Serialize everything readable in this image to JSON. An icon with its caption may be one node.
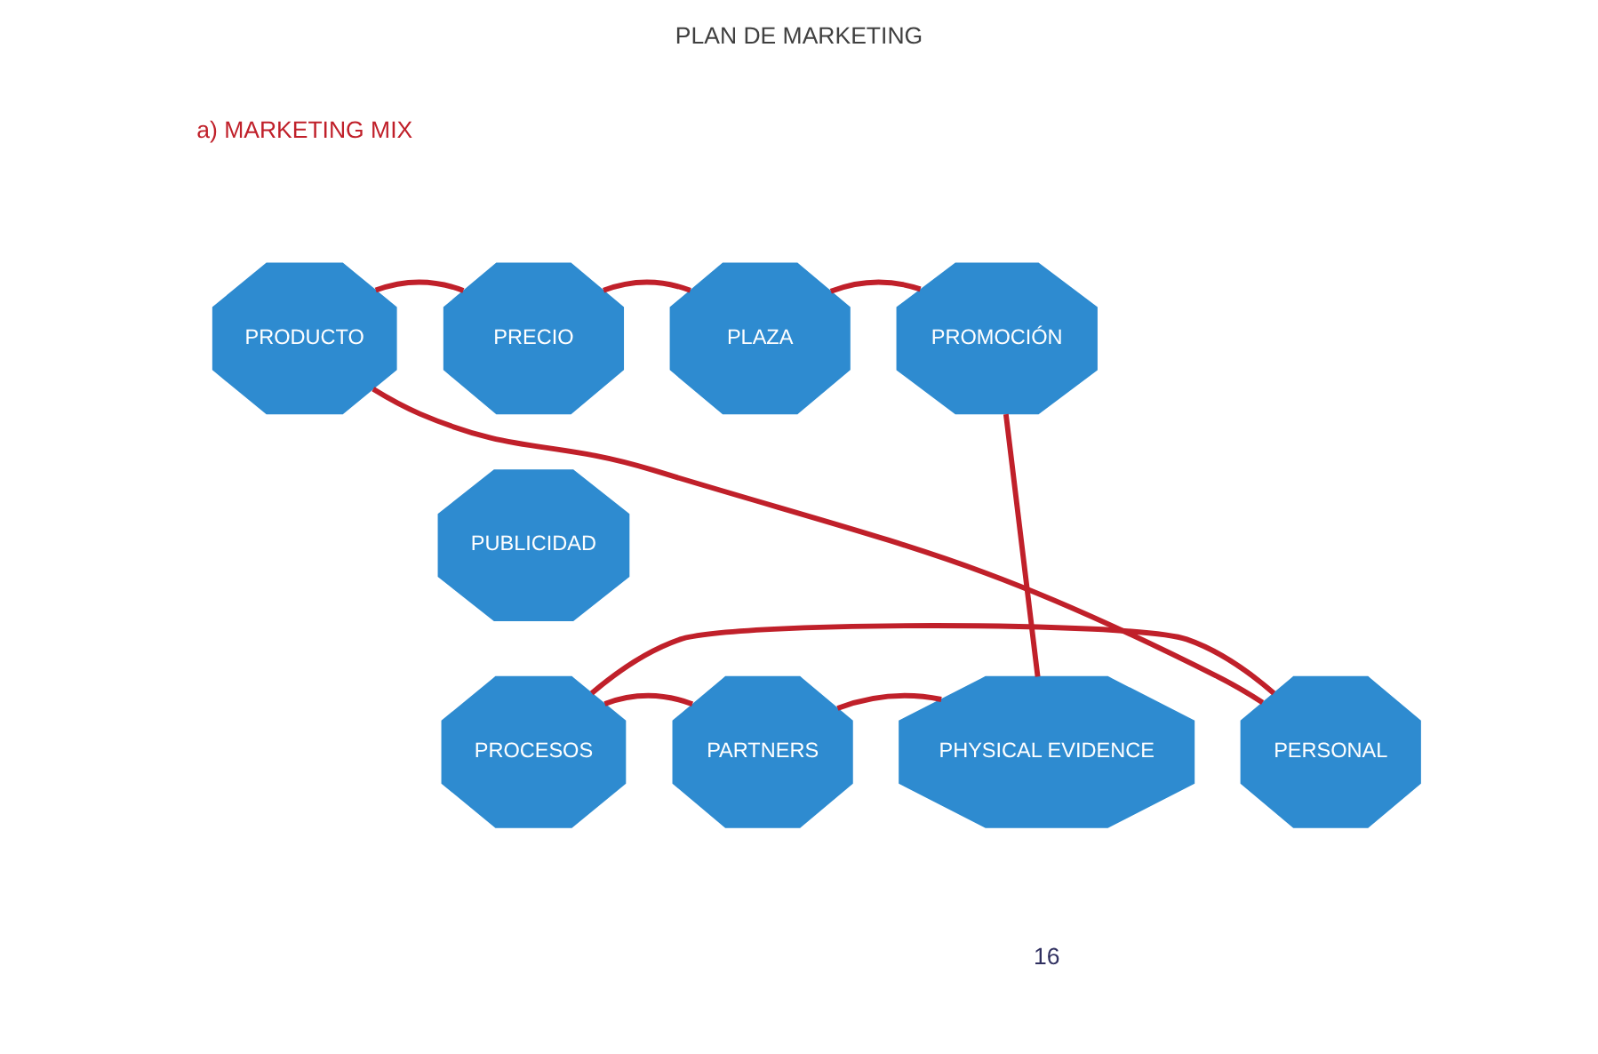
{
  "diagram": {
    "title": "PLAN DE MARKETING",
    "nodes": [
      {
        "text": [
          "PRECIO"
        ]
      },
      {
        "text": [
          "PLAZA"
        ]
      },
      {
        "text": [
          "PRODUCTO"
        ]
      },
      {
        "text": [
          "PROMOCIÓN"
        ]
      },
      {
        "text": [
          "PUBLICIDAD"
        ]
      },
      {
        "text": [
          "PHYSICAL EVIDENCE"
        ]
      },
      {
        "text": [
          "PERSONAL"
        ]
      },
      {
        "text": [
          "PROCESOS"
        ]
      },
      {
        "text": [
          "PARTNERS"
        ]
      }
    ],
    "edges": [
      {
        "from": 2,
        "to": 0,
        "arrow": "none"
      },
      {
        "from": 0,
        "to": 1,
        "arrow": "none"
      },
      {
        "from": 1,
        "to": 3,
        "arrow": "none"
      },
      {
        "from": 3,
        "to": 5,
        "arrow": "none"
      },
      {
        "from": 5,
        "to": 8,
        "arrow": "none"
      },
      {
        "from": 8,
        "to": 7,
        "arrow": "none"
      },
      {
        "from": 7,
        "to": 6,
        "arrow": "none"
      },
      {
        "from": 6,
        "to": 2,
        "arrow": "none"
      }
    ],
    "labels": [
      "a) MARKETING MIX",
      "16"
    ]
  }
}
